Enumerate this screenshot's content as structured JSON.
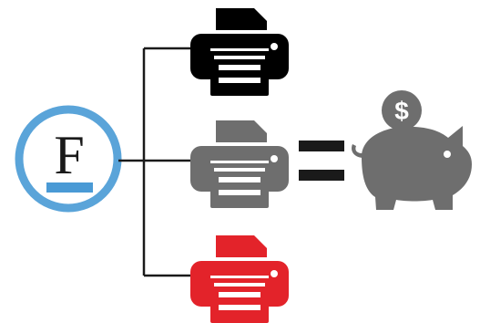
{
  "logo": {
    "letter": "F",
    "ring_color": "#5aa4d9",
    "bar_color": "#4a9ad5",
    "letter_color": "#1a1a1a"
  },
  "connector": {
    "color": "#1a1a1a"
  },
  "printers": [
    {
      "name": "black-printer",
      "color": "#000000",
      "icon": "printer-icon"
    },
    {
      "name": "gray-printer",
      "color": "#6e6e6e",
      "icon": "printer-icon"
    },
    {
      "name": "red-printer",
      "color": "#e3232a",
      "icon": "printer-icon"
    }
  ],
  "equals": {
    "color": "#1a1a1a",
    "icon": "equals-icon"
  },
  "savings": {
    "icon": "piggy-bank-icon",
    "color": "#6e6e6e",
    "coin_symbol": "$",
    "coin_symbol_color": "#ffffff"
  }
}
